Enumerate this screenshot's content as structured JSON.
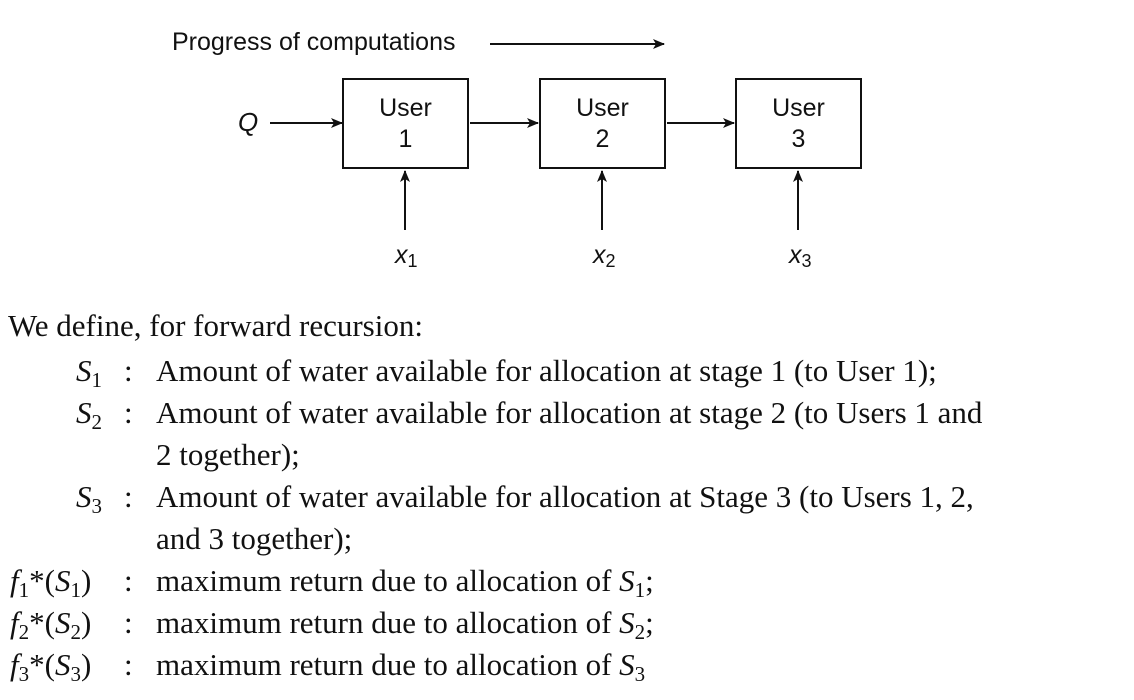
{
  "diagram": {
    "progress_label": "Progress of computations",
    "input_label": "Q",
    "users": [
      {
        "title": "User",
        "number": "1",
        "var": "x",
        "sub": "1"
      },
      {
        "title": "User",
        "number": "2",
        "var": "x",
        "sub": "2"
      },
      {
        "title": "User",
        "number": "3",
        "var": "x",
        "sub": "3"
      }
    ]
  },
  "text": {
    "intro": "We define, for forward recursion:",
    "definitions": [
      {
        "symbol": "S",
        "sub": "1",
        "colon": ":",
        "line1": "Amount of water available for allocation at stage 1 (to User 1);",
        "line2": ""
      },
      {
        "symbol": "S",
        "sub": "2",
        "colon": ":",
        "line1": "Amount of water available for allocation at stage 2 (to Users 1 and",
        "line2": "2 together);"
      },
      {
        "symbol": "S",
        "sub": "3",
        "colon": ":",
        "line1": "Amount of water available for allocation at Stage 3 (to Users 1, 2,",
        "line2": "and 3 together);"
      }
    ],
    "functions": [
      {
        "f": "f",
        "fsub": "1",
        "star": "*(",
        "s": "S",
        "ssub": "1",
        "close": ")",
        "colon": ":",
        "desc": "maximum return due to allocation of ",
        "dsym": "S",
        "dsub": "1",
        "end": ";"
      },
      {
        "f": "f",
        "fsub": "2",
        "star": "*(",
        "s": "S",
        "ssub": "2",
        "close": ")",
        "colon": ":",
        "desc": "maximum return due to allocation of ",
        "dsym": "S",
        "dsub": "2",
        "end": ";"
      },
      {
        "f": "f",
        "fsub": "3",
        "star": "*(",
        "s": "S",
        "ssub": "3",
        "close": ")",
        "colon": ":",
        "desc": "maximum return due to allocation of ",
        "dsym": "S",
        "dsub": "3",
        "end": ""
      }
    ]
  }
}
